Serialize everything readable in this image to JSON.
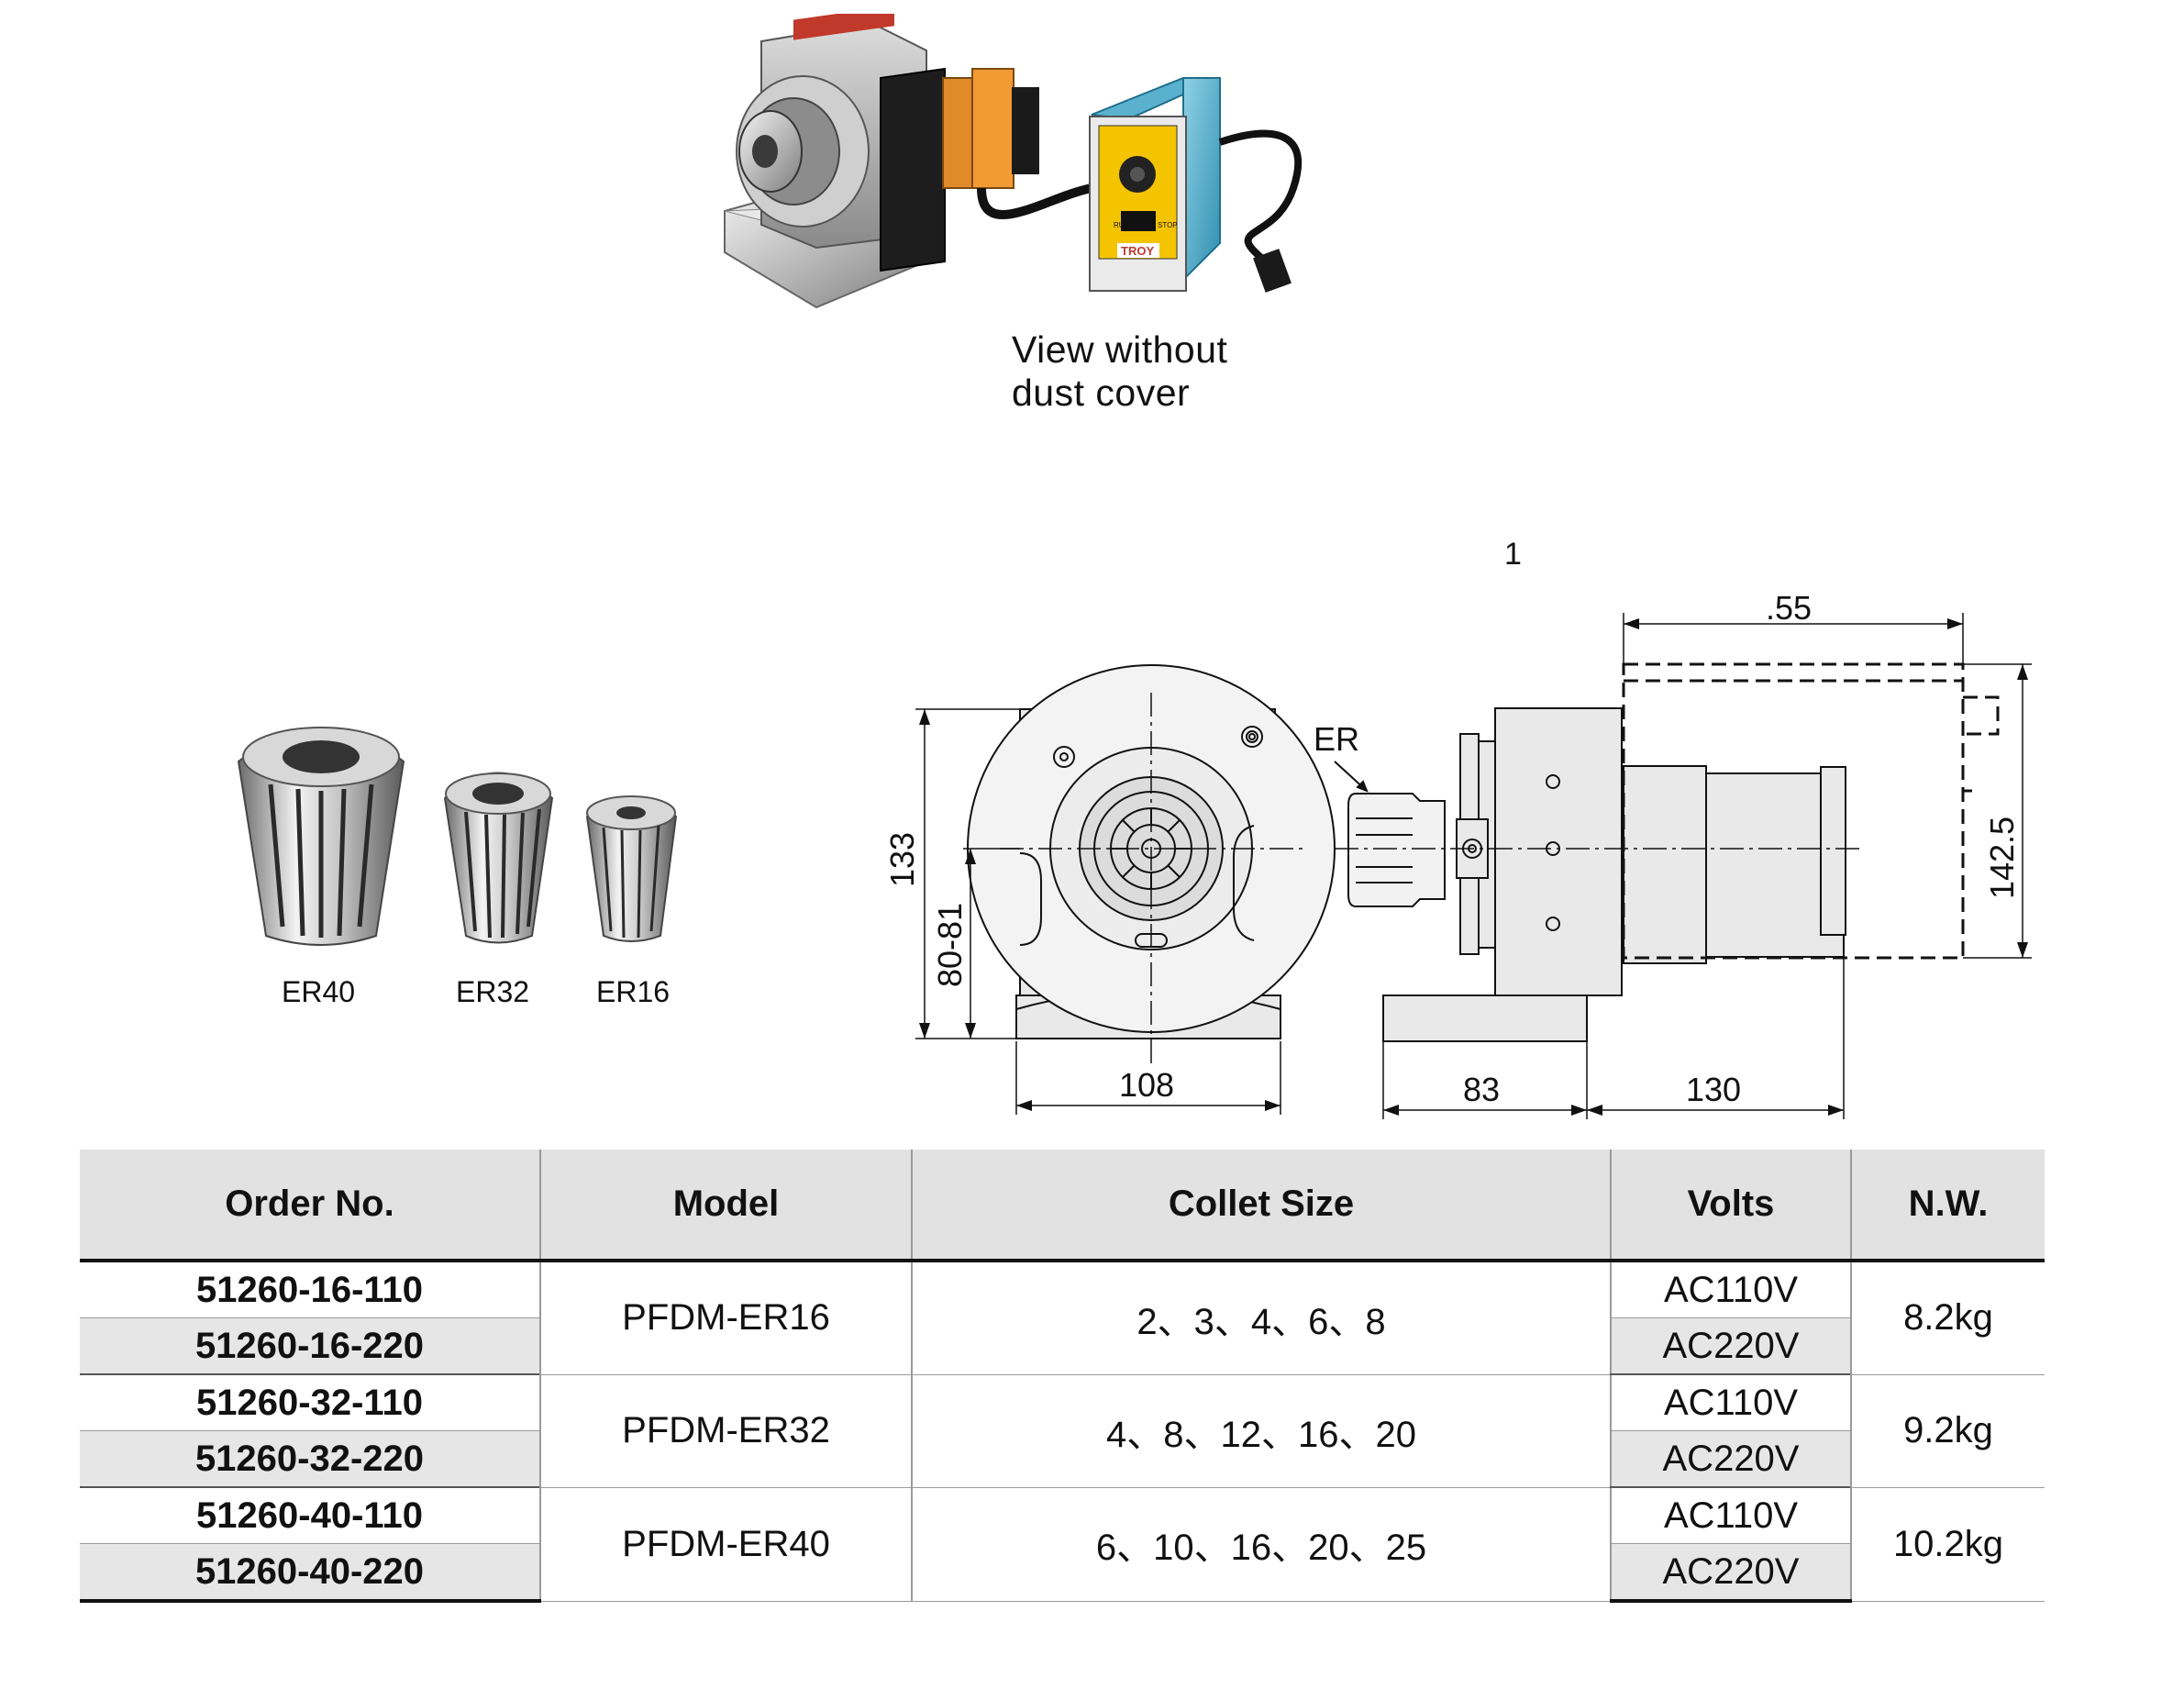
{
  "caption": {
    "line1": "View without",
    "line2": "dust cover"
  },
  "controller_brand": "TROY",
  "controller_labels": {
    "run": "RUN",
    "stop": "STOP"
  },
  "collets": [
    {
      "label": "ER40"
    },
    {
      "label": "ER32"
    },
    {
      "label": "ER16"
    }
  ],
  "drawing": {
    "note_1": "1",
    "dim_55": ".55",
    "dim_142_5": "142.5",
    "dim_133": "133",
    "dim_80_81": "80-81",
    "dim_108": "108",
    "dim_83": "83",
    "dim_130": "130",
    "label_er": "ER"
  },
  "table": {
    "headers": {
      "order_no": "Order No.",
      "model": "Model",
      "collet_size": "Collet Size",
      "volts": "Volts",
      "nw": "N.W."
    },
    "groups": [
      {
        "model": "PFDM-ER16",
        "collet_size": "2、3、4、6、8",
        "nw": "8.2kg",
        "rows": [
          {
            "order_no": "51260-16-110",
            "volts": "AC110V"
          },
          {
            "order_no": "51260-16-220",
            "volts": "AC220V"
          }
        ]
      },
      {
        "model": "PFDM-ER32",
        "collet_size": "4、8、12、16、20",
        "nw": "9.2kg",
        "rows": [
          {
            "order_no": "51260-32-110",
            "volts": "AC110V"
          },
          {
            "order_no": "51260-32-220",
            "volts": "AC220V"
          }
        ]
      },
      {
        "model": "PFDM-ER40",
        "collet_size": "6、10、16、20、25",
        "nw": "10.2kg",
        "rows": [
          {
            "order_no": "51260-40-110",
            "volts": "AC110V"
          },
          {
            "order_no": "51260-40-220",
            "volts": "AC220V"
          }
        ]
      }
    ]
  }
}
